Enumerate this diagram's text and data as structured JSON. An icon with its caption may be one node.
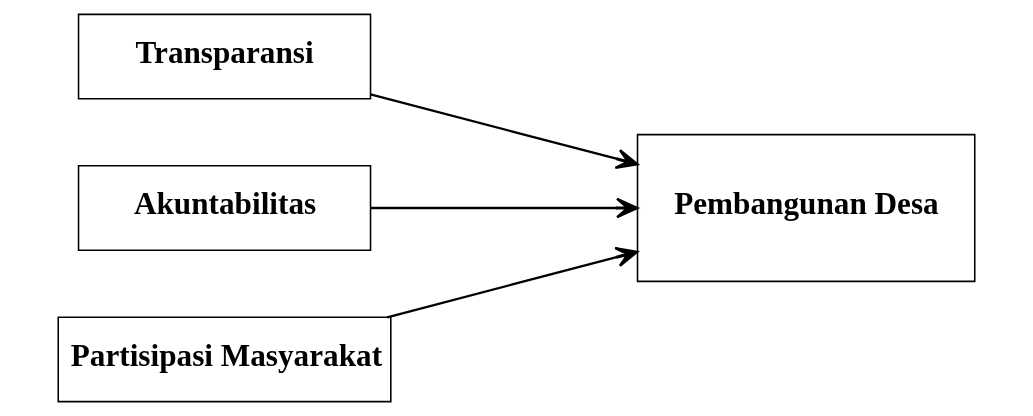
{
  "diagram": {
    "nodes": [
      {
        "text": [
          "Transparansi"
        ]
      },
      {
        "text": [
          "Akuntabilitas"
        ]
      },
      {
        "text": [
          "Partisipasi Masyarakat"
        ]
      },
      {
        "text": [
          "Pembangunan Desa"
        ]
      }
    ],
    "edges": [
      {
        "from": 0,
        "to": 3,
        "arrow": "to"
      },
      {
        "from": 1,
        "to": 3,
        "arrow": "to"
      },
      {
        "from": 2,
        "to": 3,
        "arrow": "to"
      }
    ]
  }
}
